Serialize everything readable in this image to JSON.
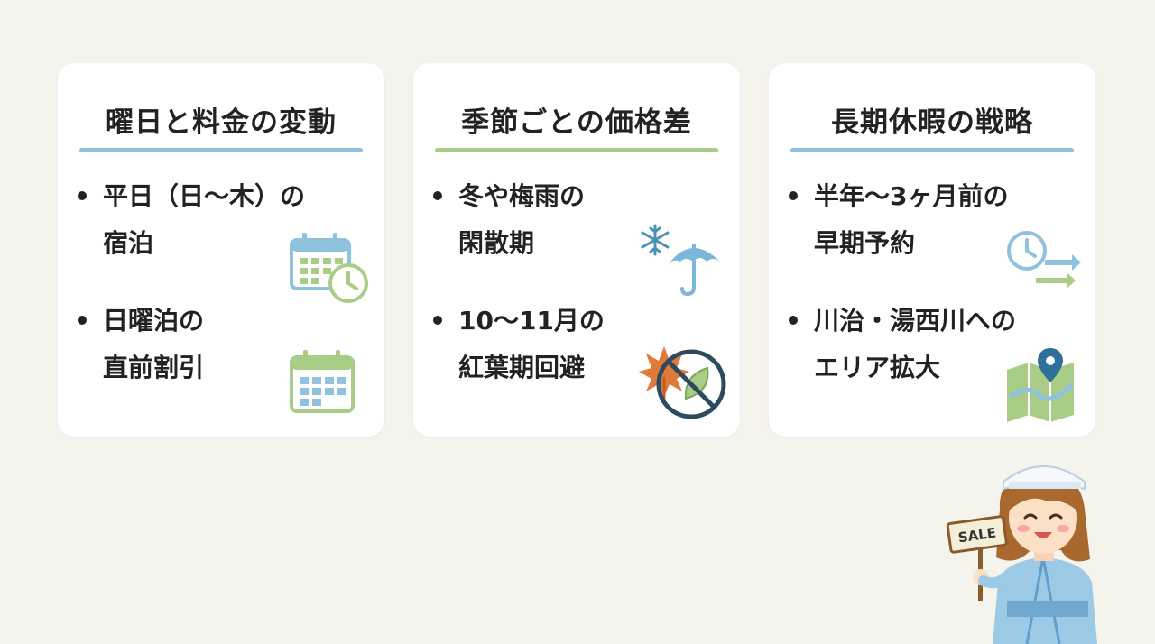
{
  "cards": [
    {
      "title": "曜日と料金の変動",
      "bar_color": "#8ec2df",
      "items": [
        {
          "lines": [
            "平日（日～木）の",
            "宿泊"
          ],
          "icon": "calendar-clock-icon"
        },
        {
          "lines": [
            "日曜泊の",
            "直前割引"
          ],
          "icon": "calendar-icon"
        }
      ]
    },
    {
      "title": "季節ごとの価格差",
      "bar_color": "#a9cc87",
      "items": [
        {
          "lines": [
            "冬や梅雨の",
            "閑散期"
          ],
          "icon": "snowflake-umbrella-icon"
        },
        {
          "lines": [
            "10～11月の",
            "紅葉期回避"
          ],
          "icon": "no-autumn-leaves-icon"
        }
      ]
    },
    {
      "title": "長期休暇の戦略",
      "bar_color": "#8ec2df",
      "items": [
        {
          "lines": [
            "半年～3ヶ月前の",
            "早期予約"
          ],
          "icon": "clock-arrows-icon"
        },
        {
          "lines": [
            "川治・湯西川への",
            "エリア拡大"
          ],
          "icon": "map-pin-icon"
        }
      ]
    }
  ],
  "mascot": {
    "sign_text": "SALE",
    "icon": "yukata-woman-icon"
  },
  "colors": {
    "background": "#f5f4ec",
    "blue": "#8ec2df",
    "green": "#a9cc87",
    "orange": "#e07a3a"
  }
}
